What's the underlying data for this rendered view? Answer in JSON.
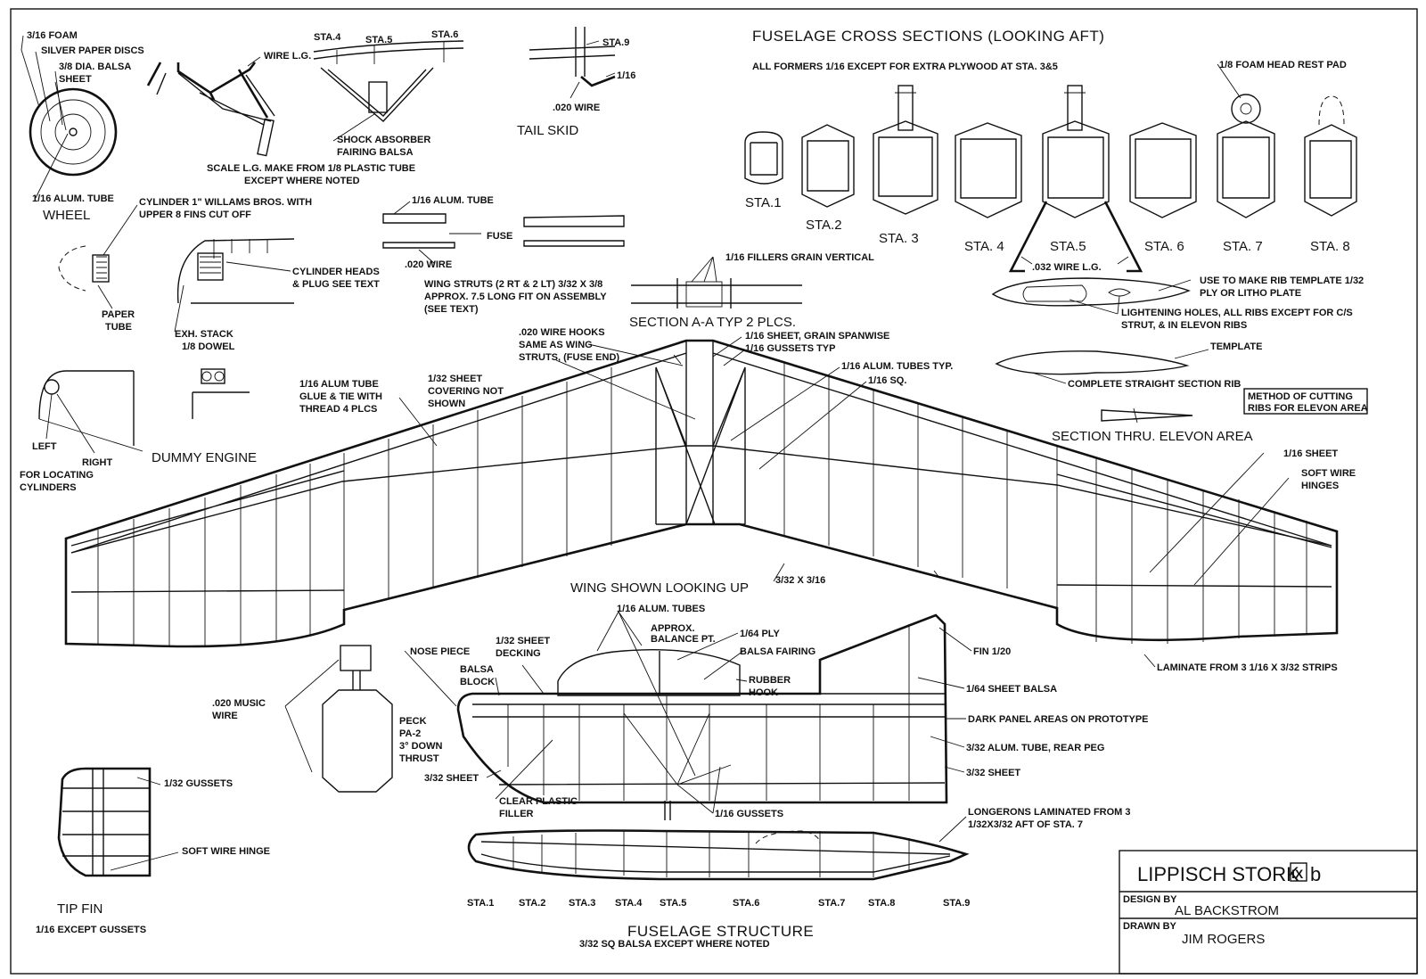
{
  "sheet": {
    "title_block": {
      "model_name": "LIPPISCH STORK",
      "version_mark": "IX",
      "version_suffix": "b",
      "design_by_label": "DESIGN BY",
      "designer": "AL BACKSTROM",
      "drawn_by_label": "DRAWN BY",
      "drafter": "JIM ROGERS"
    },
    "cross_sections": {
      "title": "FUSELAGE CROSS SECTIONS (LOOKING AFT)",
      "note": "ALL FORMERS 1/16 EXCEPT FOR EXTRA PLYWOOD AT STA. 3&5",
      "head_rest": "1/8 FOAM HEAD REST PAD",
      "stations": [
        "STA.1",
        "STA.2",
        "STA. 3",
        "STA. 4",
        "STA.5",
        "STA. 6",
        "STA. 7",
        "STA. 8"
      ],
      "wire_lg": ".032 WIRE L.G."
    },
    "wheel": {
      "title": "WHEEL",
      "foam": "3/16 FOAM",
      "discs": "SILVER PAPER DISCS",
      "balsa1": "3/8 DIA. BALSA",
      "balsa2": "SHEET",
      "tube": "1/16 ALUM. TUBE"
    },
    "landing_gear": {
      "wire": "WIRE L.G.",
      "sta4": "STA.4",
      "sta5": "STA.5",
      "sta6": "STA.6",
      "shock1": "SHOCK ABSORBER",
      "shock2": "FAIRING BALSA",
      "scale1": "SCALE L.G. MAKE FROM 1/8 PLASTIC TUBE",
      "scale2": "EXCEPT WHERE NOTED"
    },
    "tail_skid": {
      "title": "TAIL SKID",
      "sta9": "STA.9",
      "sixteenth": "1/16",
      "wire": ".020 WIRE"
    },
    "engine": {
      "title": "DUMMY ENGINE",
      "cyl1": "CYLINDER 1\" WILLAMS BROS. WITH",
      "cyl2": "UPPER 8 FINS CUT OFF",
      "paper1": "PAPER",
      "paper2": "TUBE",
      "heads1": "CYLINDER HEADS",
      "heads2": "& PLUG SEE TEXT",
      "exh1": "EXH. STACK",
      "exh2": "1/8 DOWEL",
      "left": "LEFT",
      "right": "RIGHT",
      "loc1": "FOR LOCATING",
      "loc2": "CYLINDERS"
    },
    "struts": {
      "tube": "1/16 ALUM. TUBE",
      "fuse": "FUSE",
      "wire": ".020 WIRE",
      "note1": "WING STRUTS (2 RT & 2 LT) 3/32 X 3/8",
      "note2": "APPROX. 7.5 LONG FIT ON ASSEMBLY",
      "note3": "(SEE TEXT)",
      "fillers": "1/16 FILLERS GRAIN VERTICAL",
      "section": "SECTION A-A TYP 2 PLCS."
    },
    "ribs": {
      "template1": "USE TO MAKE RIB TEMPLATE 1/32",
      "template2": "PLY OR LITHO PLATE",
      "holes1": "LIGHTENING HOLES, ALL RIBS EXCEPT FOR C/S",
      "holes2": "STRUT, & IN ELEVON RIBS",
      "template": "TEMPLATE",
      "complete": "COMPLETE STRAIGHT SECTION RIB",
      "method1": "METHOD OF CUTTING",
      "method2": "RIBS FOR ELEVON AREA",
      "elevon": "SECTION THRU. ELEVON AREA"
    },
    "wing": {
      "title": "WING SHOWN LOOKING UP",
      "hooks1": ".020 WIRE HOOKS",
      "hooks2": "SAME AS WING",
      "hooks3": "STRUTS, (FUSE END)",
      "sheet_grain": "1/16 SHEET, GRAIN SPANWISE",
      "gussets": "1/16 GUSSETS TYP",
      "tubes": "1/16 ALUM. TUBES TYP.",
      "sq": "1/16 SQ.",
      "cover1": "1/32 SHEET",
      "cover2": "COVERING NOT",
      "cover3": "SHOWN",
      "tube1": "1/16 ALUM TUBE",
      "tube2": "GLUE & TIE WITH",
      "tube3": "THREAD 4 PLCS",
      "sheet": "1/16 SHEET",
      "hinges1": "SOFT WIRE",
      "hinges2": "HINGES",
      "te": "3/32 X 3/16",
      "laminate": "LAMINATE FROM 3 1/16 X 3/32 STRIPS"
    },
    "fuselage": {
      "tubes": "1/16 ALUM. TUBES",
      "balance1": "APPROX.",
      "balance2": "BALANCE PT.",
      "ply": "1/64 PLY",
      "fairing": "BALSA FAIRING",
      "nose": "NOSE PIECE",
      "decking1": "1/32 SHEET",
      "decking2": "DECKING",
      "block1": "BALSA",
      "block2": "BLOCK",
      "rubber1": "RUBBER",
      "rubber2": "HOOK",
      "fin": "FIN 1/20",
      "fin_balsa": "1/64 SHEET BALSA",
      "dark": "DARK PANEL AREAS ON PROTOTYPE",
      "peg": "3/32 ALUM. TUBE, REAR PEG",
      "sheet": "3/32 SHEET",
      "music1": ".020 MUSIC",
      "music2": "WIRE",
      "peck1": "PECK",
      "peck2": "PA-2",
      "peck3": "3° DOWN",
      "peck4": "THRUST",
      "sheet_low": "3/32 SHEET",
      "filler1": "CLEAR PLASTIC",
      "filler2": "FILLER",
      "gussets": "1/16 GUSSETS",
      "longerons1": "LONGERONS LAMINATED FROM 3",
      "longerons2": "1/32X3/32 AFT OF STA. 7",
      "title": "FUSELAGE STRUCTURE",
      "subtitle": "3/32 SQ BALSA EXCEPT WHERE NOTED",
      "stations": [
        "STA.1",
        "STA.2",
        "STA.3",
        "STA.4",
        "STA.5",
        "STA.6",
        "STA.7",
        "STA.8",
        "STA.9"
      ]
    },
    "tip_fin": {
      "title": "TIP FIN",
      "subtitle": "1/16 EXCEPT GUSSETS",
      "gussets": "1/32 GUSSETS",
      "hinge": "SOFT WIRE HINGE"
    }
  }
}
